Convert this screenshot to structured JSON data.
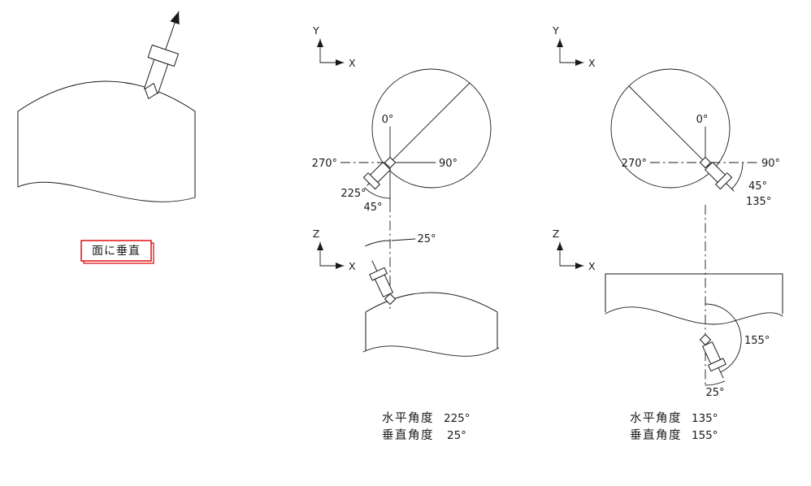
{
  "meta": {
    "background": "#ffffff",
    "line_color": "#1a1a1a",
    "accent_red": "#dd0000"
  },
  "left_view": {
    "surface_label": "面に垂直"
  },
  "axis": {
    "x": "X",
    "y": "Y",
    "z": "Z"
  },
  "plan_mid": {
    "deg0": "0°",
    "deg90": "90°",
    "deg270": "270°",
    "deg225": "225°",
    "deg45": "45°"
  },
  "elev_mid": {
    "deg25": "25°"
  },
  "plan_right": {
    "deg0": "0°",
    "deg90": "90°",
    "deg270": "270°",
    "deg45": "45°",
    "deg135": "135°"
  },
  "elev_right": {
    "deg155": "155°",
    "deg25": "25°"
  },
  "summary_mid": {
    "h_label": "水平角度",
    "h_value": "225°",
    "v_label": "垂直角度",
    "v_value": "25°"
  },
  "summary_right": {
    "h_label": "水平角度",
    "h_value": "135°",
    "v_label": "垂直角度",
    "v_value": "155°"
  }
}
